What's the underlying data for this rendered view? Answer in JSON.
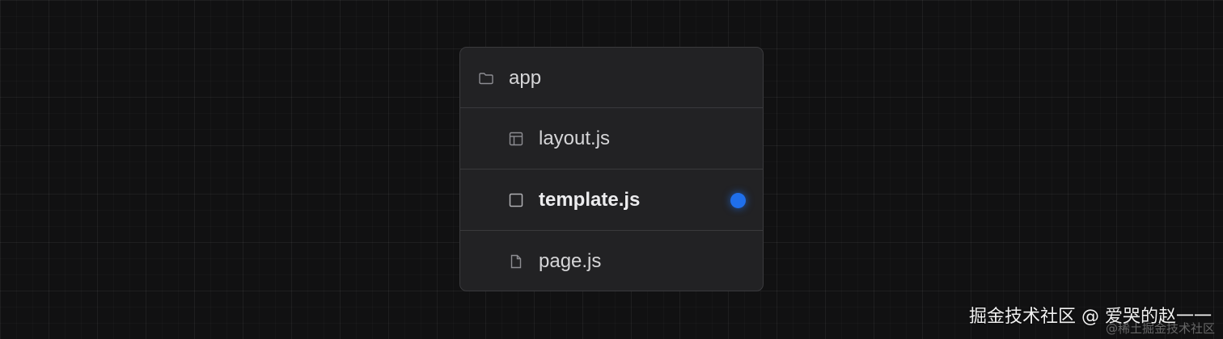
{
  "tree": {
    "root": {
      "label": "app",
      "icon": "folder-icon"
    },
    "files": [
      {
        "label": "layout.js",
        "icon": "layout-icon",
        "active": false
      },
      {
        "label": "template.js",
        "icon": "square-icon",
        "active": true
      },
      {
        "label": "page.js",
        "icon": "file-icon",
        "active": false
      }
    ]
  },
  "active_indicator_color": "#1f6feb",
  "watermark": {
    "main": "掘金技术社区 @ 爱哭的赵一一",
    "faint": "@稀土掘金技术社区"
  }
}
